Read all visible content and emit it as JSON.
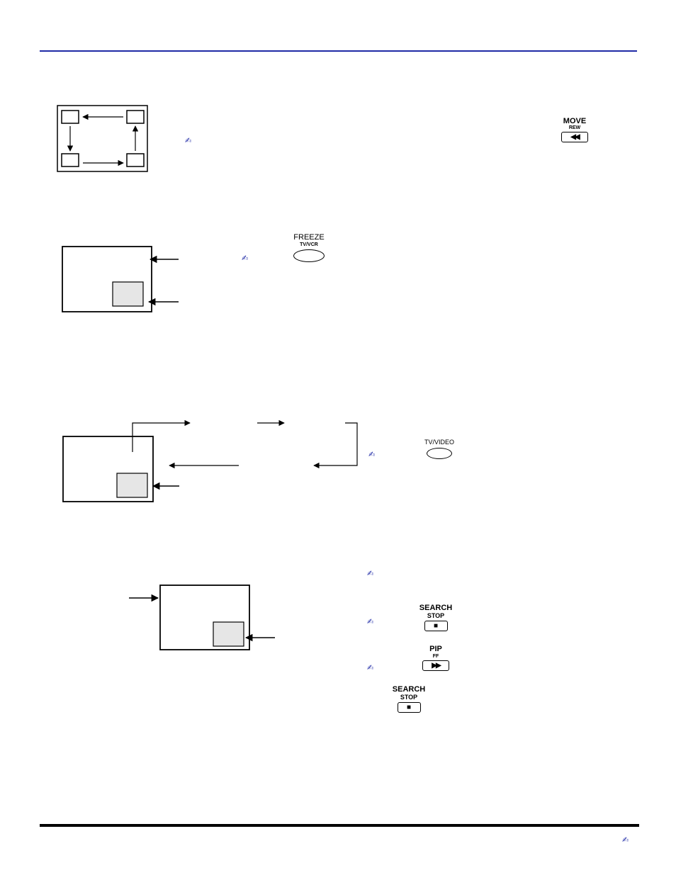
{
  "note_icon": "pencil-note-icon",
  "buttons": {
    "move": {
      "label": "MOVE",
      "sub": "REW",
      "glyph": "◀◀"
    },
    "freeze": {
      "label": "FREEZE",
      "sub": "TV/VCR"
    },
    "tv_video": {
      "label": "TV/VIDEO"
    },
    "search_stop_1": {
      "label": "SEARCH",
      "sub": "STOP",
      "glyph": "■"
    },
    "pip_ff": {
      "label": "PIP",
      "sub": "FF",
      "glyph": "▶▶"
    },
    "search_stop_2": {
      "label": "SEARCH",
      "sub": "STOP",
      "glyph": "■"
    }
  },
  "colors": {
    "header_rule": "#1f2aa6",
    "footer_rule": "#000000",
    "pip_fill": "#e6e6e6",
    "pen_icon": "#1f2aa6"
  }
}
